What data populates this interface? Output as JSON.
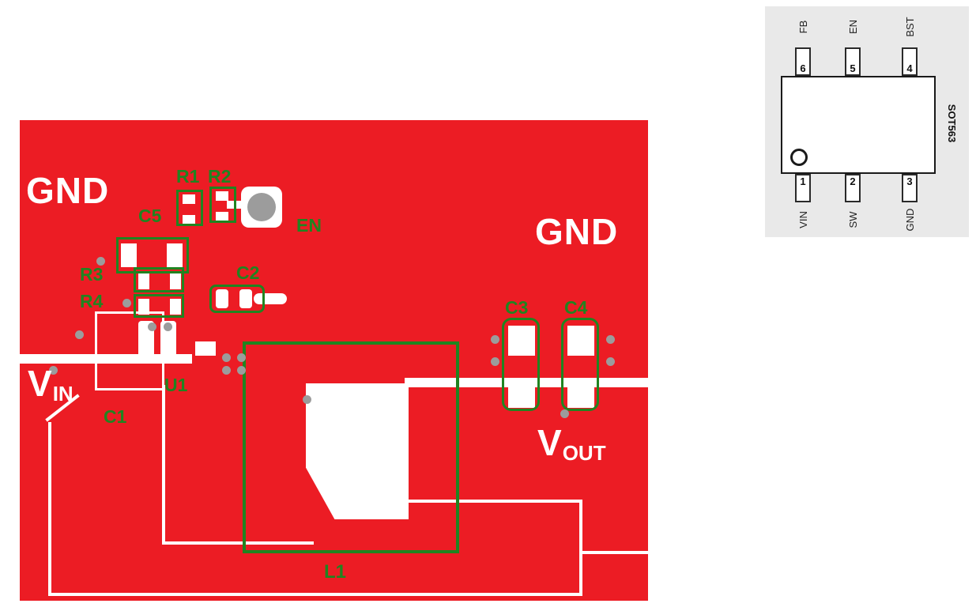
{
  "pcb": {
    "colors": {
      "copper": "#ec1c24",
      "silkscreen": "#ffffff",
      "component_outline": "#208420",
      "via": "#9c9c9c"
    },
    "nets": {
      "gnd_top": "GND",
      "gnd_right": "GND",
      "vin_main": "V",
      "vin_sub": "IN",
      "vout_main": "V",
      "vout_sub": "OUT"
    },
    "refdes": {
      "r1": "R1",
      "r2": "R2",
      "en": "EN",
      "c5": "C5",
      "r3": "R3",
      "r4": "R4",
      "c2": "C2",
      "c3": "C3",
      "c4": "C4",
      "c1": "C1",
      "u1": "U1",
      "l1": "L1"
    }
  },
  "package": {
    "name": "SOT563",
    "pins_top": [
      {
        "number": "6",
        "label": "FB"
      },
      {
        "number": "5",
        "label": "EN"
      },
      {
        "number": "4",
        "label": "BST"
      }
    ],
    "pins_bottom": [
      {
        "number": "1",
        "label": "VIN"
      },
      {
        "number": "2",
        "label": "SW"
      },
      {
        "number": "3",
        "label": "GND"
      }
    ]
  }
}
